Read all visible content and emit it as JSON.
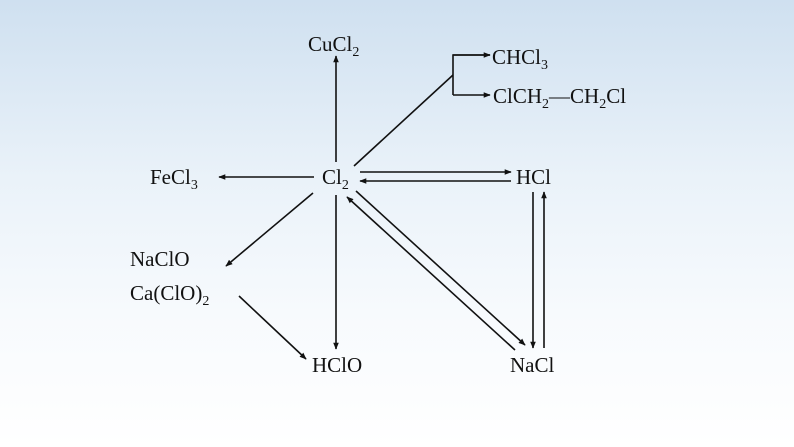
{
  "nodes": {
    "cucl2": {
      "main": "CuCl",
      "sub": "2"
    },
    "chcl3": {
      "main": "CHCl",
      "sub": "3"
    },
    "dichloroethane": {
      "p1": "ClCH",
      "s1": "2",
      "p2": "—CH",
      "s2": "2",
      "p3": "Cl"
    },
    "fecl3": {
      "main": "FeCl",
      "sub": "3"
    },
    "cl2": {
      "main": "Cl",
      "sub": "2"
    },
    "hcl": {
      "main": "HCl"
    },
    "naclo": {
      "main": "NaClO"
    },
    "caclo2": {
      "main": "Ca(ClO)",
      "sub": "2"
    },
    "hclo": {
      "main": "HClO"
    },
    "nacl": {
      "main": "NaCl"
    }
  },
  "colors": {
    "ink": "#111111",
    "bg_top": "#cfe0f0",
    "bg_bottom": "#ffffff"
  }
}
